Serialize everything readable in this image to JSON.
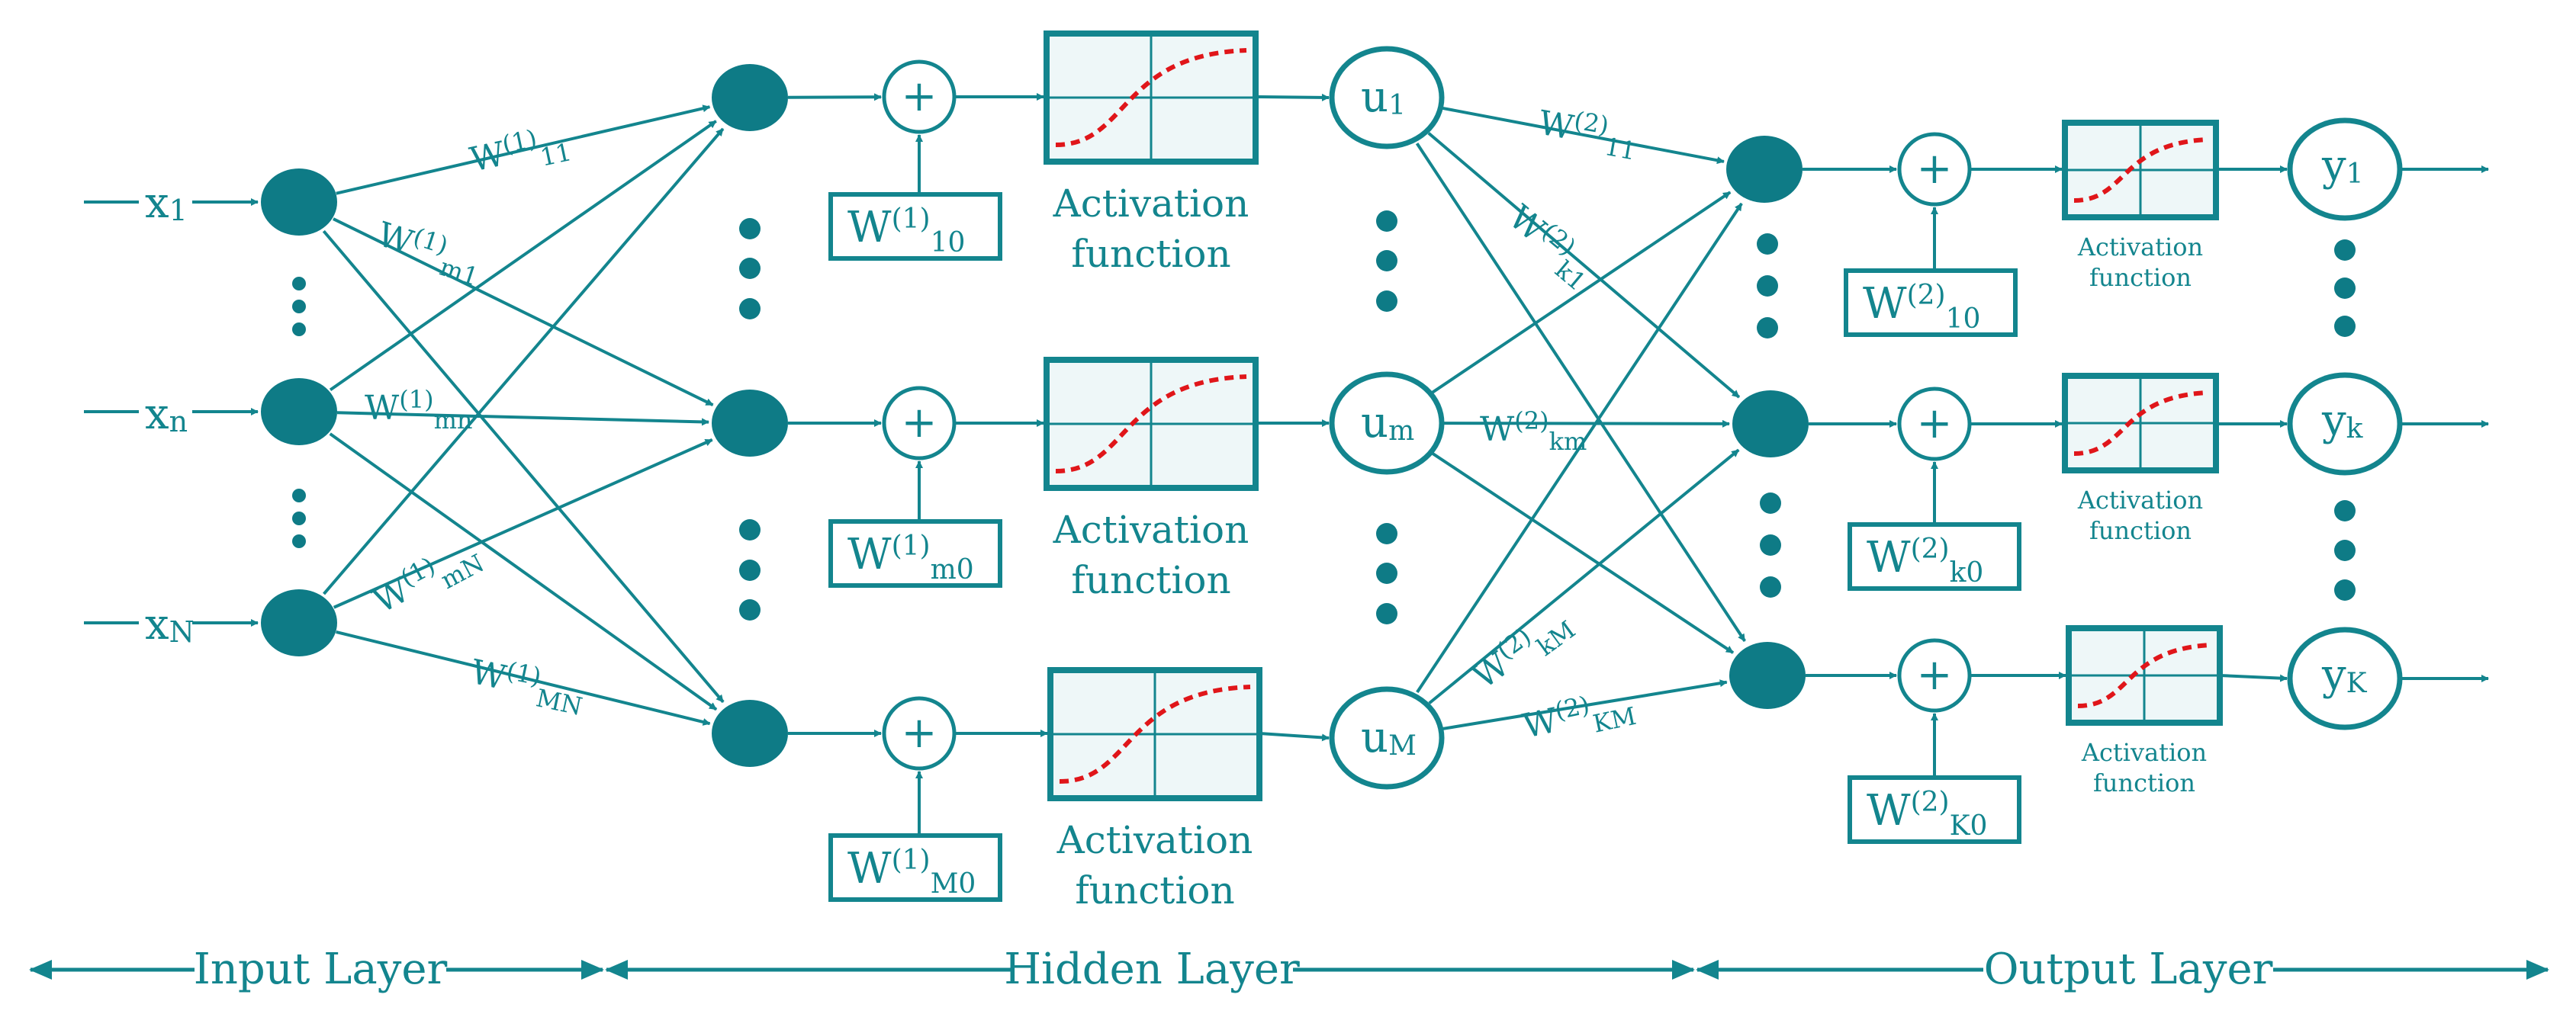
{
  "input": {
    "nodes": [
      {
        "id": "x1",
        "sym": "x",
        "sub": "1"
      },
      {
        "id": "xn",
        "sym": "x",
        "sub": "n"
      },
      {
        "id": "xN",
        "sym": "x",
        "sub": "N"
      }
    ]
  },
  "hidden": {
    "outputs": [
      {
        "id": "u1",
        "sym": "u",
        "sub": "1"
      },
      {
        "id": "um",
        "sym": "u",
        "sub": "m"
      },
      {
        "id": "uM",
        "sym": "u",
        "sub": "M"
      }
    ],
    "biases": [
      {
        "w": "W",
        "sup": "(1)",
        "sub": "10"
      },
      {
        "w": "W",
        "sup": "(1)",
        "sub": "m0"
      },
      {
        "w": "W",
        "sup": "(1)",
        "sub": "M0"
      }
    ],
    "weights": [
      {
        "w": "W",
        "sup": "(1)",
        "sub": "11"
      },
      {
        "w": "W",
        "sup": "(1)",
        "sub": "m1"
      },
      {
        "w": "W",
        "sup": "(1)",
        "sub": "mn"
      },
      {
        "w": "W",
        "sup": "(1)",
        "sub": "mN"
      },
      {
        "w": "W",
        "sup": "(1)",
        "sub": "MN"
      }
    ]
  },
  "output": {
    "outputs": [
      {
        "id": "y1",
        "sym": "y",
        "sub": "1"
      },
      {
        "id": "yk",
        "sym": "y",
        "sub": "k"
      },
      {
        "id": "yK",
        "sym": "y",
        "sub": "K"
      }
    ],
    "biases": [
      {
        "w": "W",
        "sup": "(2)",
        "sub": "10"
      },
      {
        "w": "W",
        "sup": "(2)",
        "sub": "k0"
      },
      {
        "w": "W",
        "sup": "(2)",
        "sub": "K0"
      }
    ],
    "weights": [
      {
        "w": "W",
        "sup": "(2)",
        "sub": "11"
      },
      {
        "w": "W",
        "sup": "(2)",
        "sub": "k1"
      },
      {
        "w": "W",
        "sup": "(2)",
        "sub": "km"
      },
      {
        "w": "W",
        "sup": "(2)",
        "sub": "kM"
      },
      {
        "w": "W",
        "sup": "(2)",
        "sub": "KM"
      }
    ]
  },
  "sum_symbol": "+",
  "activation": {
    "line1": "Activation",
    "line2": "function"
  },
  "layers": {
    "input": "Input Layer",
    "hidden": "Hidden Layer",
    "output": "Output Layer"
  },
  "colors": {
    "primary": "#0e7b86",
    "curve": "#e0161a"
  }
}
